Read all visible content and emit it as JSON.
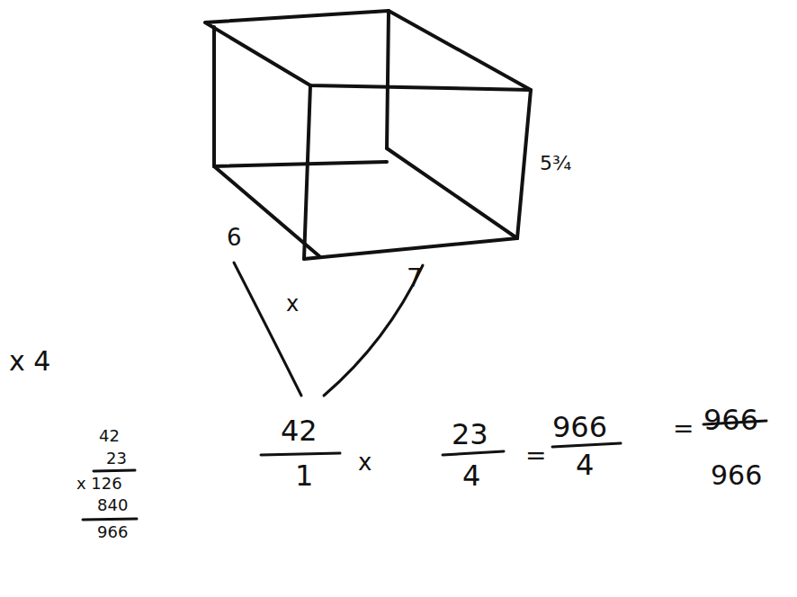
{
  "diagram": {
    "labels": [
      "6",
      "x",
      "7",
      "5¾",
      "x 4",
      "42",
      "23",
      "x 126",
      "840",
      "966",
      "42",
      "1",
      "x",
      "23",
      "4",
      "=",
      "966",
      "4",
      "=",
      "966",
      "966"
    ]
  }
}
